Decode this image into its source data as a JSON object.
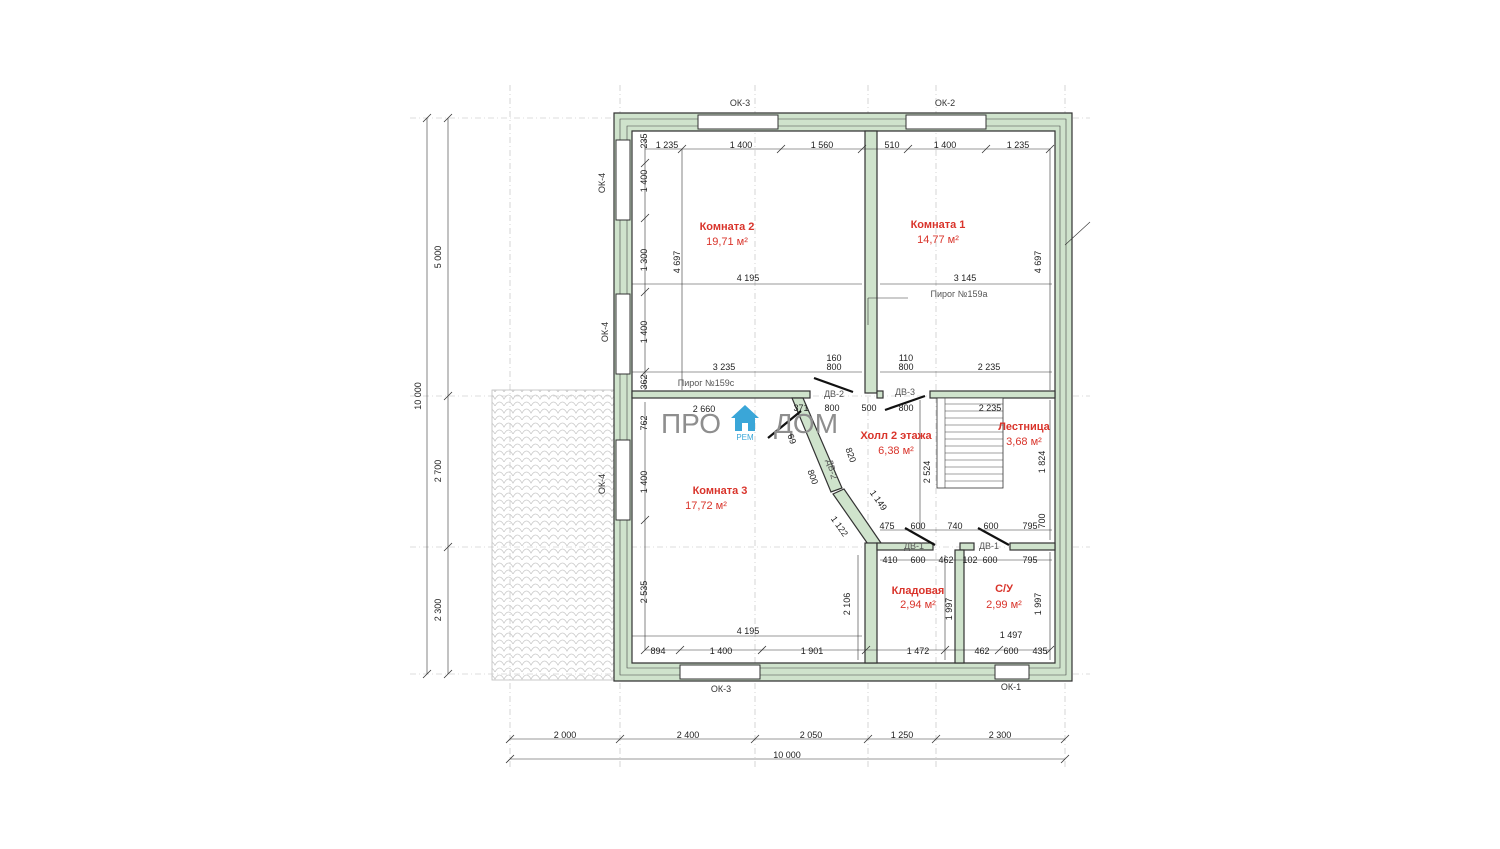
{
  "rooms": [
    {
      "name": "Комната 2",
      "area": "19,71 м²"
    },
    {
      "name": "Комната 1",
      "area": "14,77 м²"
    },
    {
      "name": "Комната 3",
      "area": "17,72 м²"
    },
    {
      "name": "Холл 2 этажа",
      "area": "6,38 м²"
    },
    {
      "name": "Лестница",
      "area": "3,68 м²"
    },
    {
      "name": "Кладовая",
      "area": "2,94 м²"
    },
    {
      "name": "С/У",
      "area": "2,99 м²"
    }
  ],
  "windows": [
    "ОК-3",
    "ОК-2",
    "ОК-4",
    "ОК-4",
    "ОК-4",
    "ОК-3",
    "ОК-1"
  ],
  "doors": [
    "ДВ-2",
    "ДВ-3",
    "ДВ-2",
    "ДВ-1",
    "ДВ-1"
  ],
  "pies": [
    "Пирог №159а",
    "Пирог №159с"
  ],
  "logo": {
    "text_left": "ПРО",
    "text_right": "ДОМ",
    "sub": "РЕМ"
  },
  "bottom_axis": {
    "segments": [
      "2 000",
      "2 400",
      "2 050",
      "1 250",
      "2 300"
    ],
    "total": "10 000"
  },
  "left_axis": {
    "segments": [
      "5 000",
      "2 700",
      "2 300"
    ],
    "total": "10 000"
  },
  "dims": {
    "top_row": [
      "1 235",
      "1 400",
      "1 560",
      "510",
      "1 400",
      "1 235"
    ],
    "left_col": [
      "235",
      "1 400",
      "1 300",
      "1 400",
      "362",
      "762",
      "1 400",
      "2 535"
    ],
    "room2": [
      "4 697",
      "4 195",
      "3 235",
      "160",
      "800"
    ],
    "room1": [
      "4 697",
      "3 145",
      "110",
      "800",
      "2 235"
    ],
    "hall": [
      "2 660",
      "371",
      "800",
      "500",
      "800",
      "2 235",
      "69",
      "820",
      "800",
      "1 149",
      "1 122",
      "2 524",
      "1 824"
    ],
    "lower": [
      "475",
      "600",
      "740",
      "600",
      "795",
      "700",
      "410",
      "600",
      "462",
      "102",
      "600",
      "795"
    ],
    "room3": [
      "4 195",
      "2 106"
    ],
    "bottom_row": [
      "894",
      "1 400",
      "1 901",
      "1 472",
      "462",
      "600",
      "435"
    ],
    "storage": [
      "1 997"
    ],
    "bath": [
      "1 997",
      "1 497"
    ]
  }
}
